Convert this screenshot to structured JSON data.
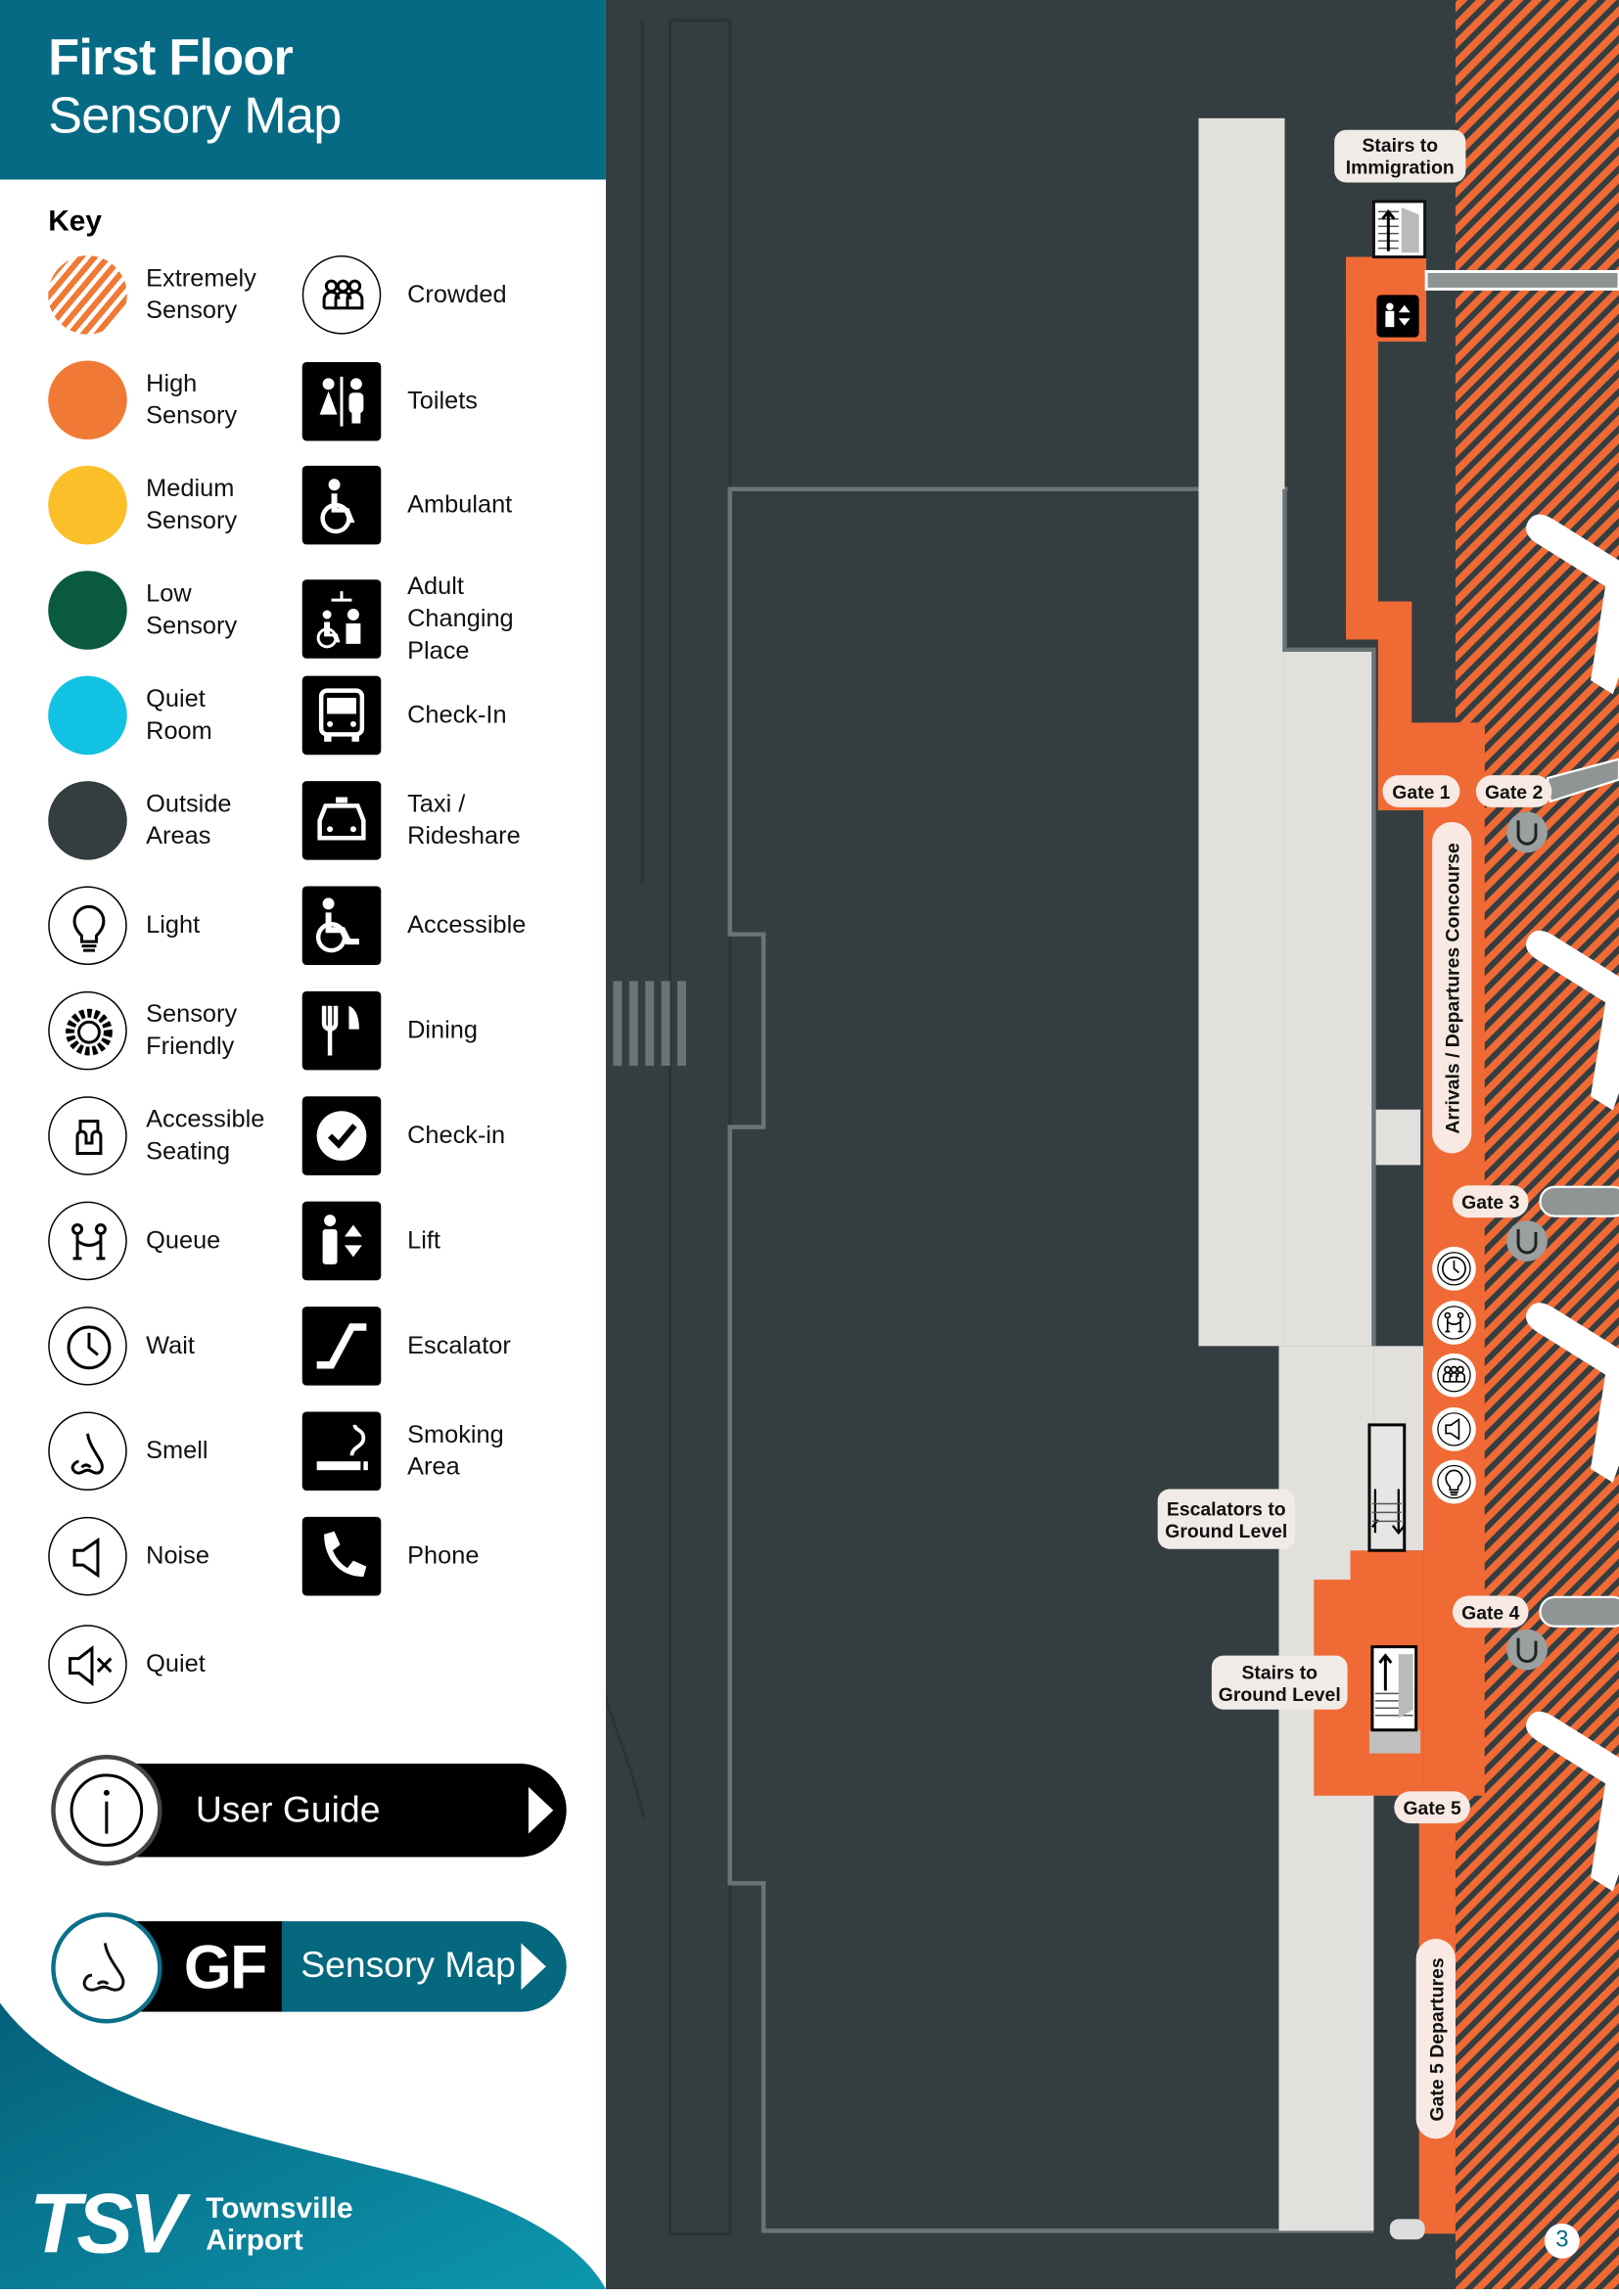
{
  "header": {
    "title_line1": "First Floor",
    "title_line2": "Sensory Map"
  },
  "key": {
    "heading": "Key",
    "column1": [
      {
        "label": "Extremely\nSensory",
        "icon": "hatched-orange-swatch",
        "color": "#f07a35"
      },
      {
        "label": "High\nSensory",
        "icon": "orange-swatch",
        "color": "#f07a35"
      },
      {
        "label": "Medium\nSensory",
        "icon": "yellow-swatch",
        "color": "#fbbf2a"
      },
      {
        "label": "Low\nSensory",
        "icon": "green-swatch",
        "color": "#0a5a42"
      },
      {
        "label": "Quiet\nRoom",
        "icon": "cyan-swatch",
        "color": "#12c2e2"
      },
      {
        "label": "Outside\nAreas",
        "icon": "dark-swatch",
        "color": "#343e40"
      },
      {
        "label": "Light",
        "icon": "light-bulb-icon"
      },
      {
        "label": "Sensory\nFriendly",
        "icon": "sunflower-icon"
      },
      {
        "label": "Accessible\nSeating",
        "icon": "seat-icon"
      },
      {
        "label": "Queue",
        "icon": "queue-icon"
      },
      {
        "label": "Wait",
        "icon": "clock-icon"
      },
      {
        "label": "Smell",
        "icon": "nose-icon"
      },
      {
        "label": "Noise",
        "icon": "speaker-icon"
      },
      {
        "label": "Quiet",
        "icon": "speaker-mute-icon"
      }
    ],
    "column2": [
      {
        "label": "Crowded",
        "icon": "crowd-icon"
      },
      {
        "label": "Toilets",
        "icon": "toilets-icon"
      },
      {
        "label": "Ambulant",
        "icon": "ambulant-icon"
      },
      {
        "label": "Adult\nChanging\nPlace",
        "icon": "adult-changing-icon"
      },
      {
        "label": "Check-In",
        "icon": "bus-icon"
      },
      {
        "label": "Taxi /\nRideshare",
        "icon": "taxi-icon"
      },
      {
        "label": "Accessible",
        "icon": "wheelchair-icon"
      },
      {
        "label": "Dining",
        "icon": "dining-icon"
      },
      {
        "label": "Check-in",
        "icon": "checkmark-icon"
      },
      {
        "label": "Lift",
        "icon": "lift-icon"
      },
      {
        "label": "Escalator",
        "icon": "escalator-icon"
      },
      {
        "label": "Smoking\nArea",
        "icon": "smoking-icon"
      },
      {
        "label": "Phone",
        "icon": "phone-icon"
      }
    ]
  },
  "buttons": {
    "user_guide": "User Guide",
    "gf_code": "GF",
    "gf_label": "Sensory Map"
  },
  "logo": {
    "mark": "TSV",
    "name": "Townsville\nAirport"
  },
  "map": {
    "labels": {
      "stairs_immigration": "Stairs to\nImmigration",
      "escalators_ground": "Escalators to\nGround Level",
      "stairs_ground": "Stairs to\nGround Level",
      "concourse": "Arrivals / Departures Concourse",
      "gate5_departures": "Gate 5 Departures"
    },
    "gates": [
      "Gate 1",
      "Gate 2",
      "Gate 3",
      "Gate 4",
      "Gate 5"
    ],
    "concourse_icons": [
      "clock-icon",
      "queue-icon",
      "crowd-icon",
      "speaker-icon",
      "light-bulb-icon"
    ],
    "colors": {
      "high": "#f06a35",
      "outside": "#343e40",
      "indoor": "#e2e0dd",
      "brand": "#066a84"
    }
  },
  "page_number": "3"
}
